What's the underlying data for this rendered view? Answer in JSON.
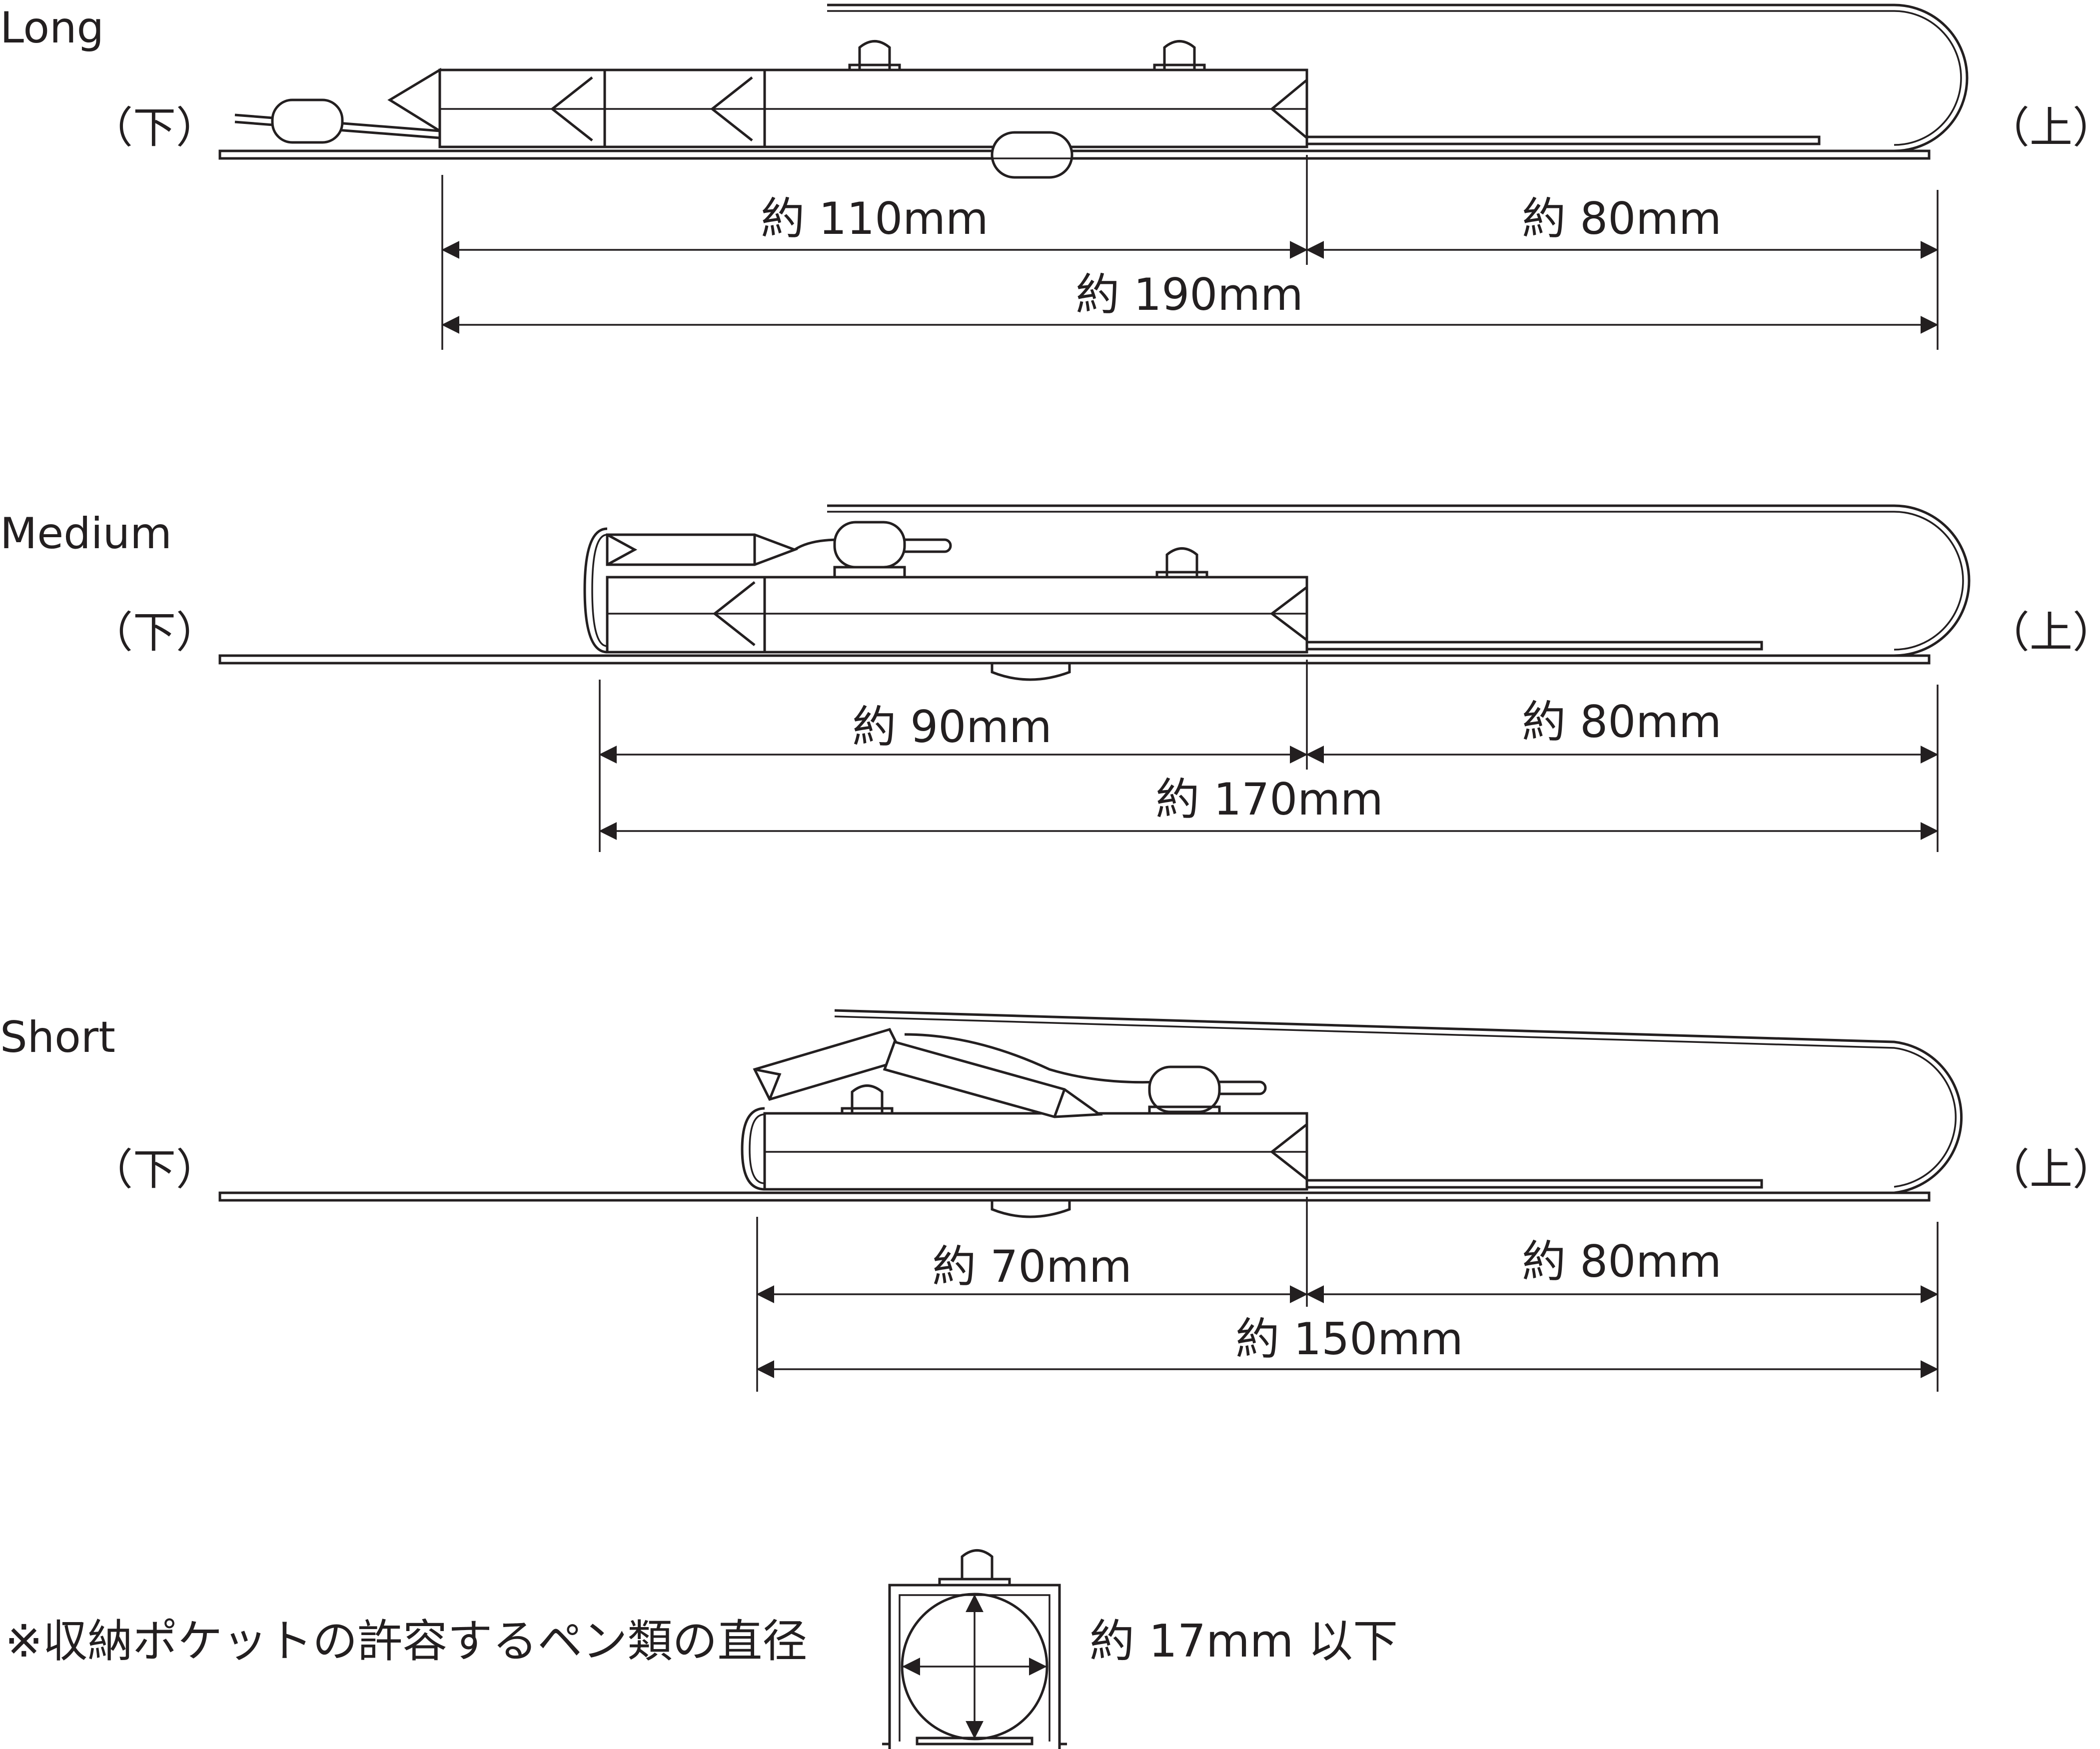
{
  "variants": [
    {
      "name": "Long",
      "side_left": "（下）",
      "side_right": "（上）",
      "dim_pocket": "約 110mm",
      "dim_clip": "約 80mm",
      "dim_total": "約 190mm"
    },
    {
      "name": "Medium",
      "side_left": "（下）",
      "side_right": "（上）",
      "dim_pocket": "約 90mm",
      "dim_clip": "約 80mm",
      "dim_total": "約 170mm"
    },
    {
      "name": "Short",
      "side_left": "（下）",
      "side_right": "（上）",
      "dim_pocket": "約 70mm",
      "dim_clip": "約 80mm",
      "dim_total": "約 150mm"
    }
  ],
  "note": {
    "text": "※収納ポケットの許容するペン類の直径",
    "value": "約 17mm 以下"
  }
}
